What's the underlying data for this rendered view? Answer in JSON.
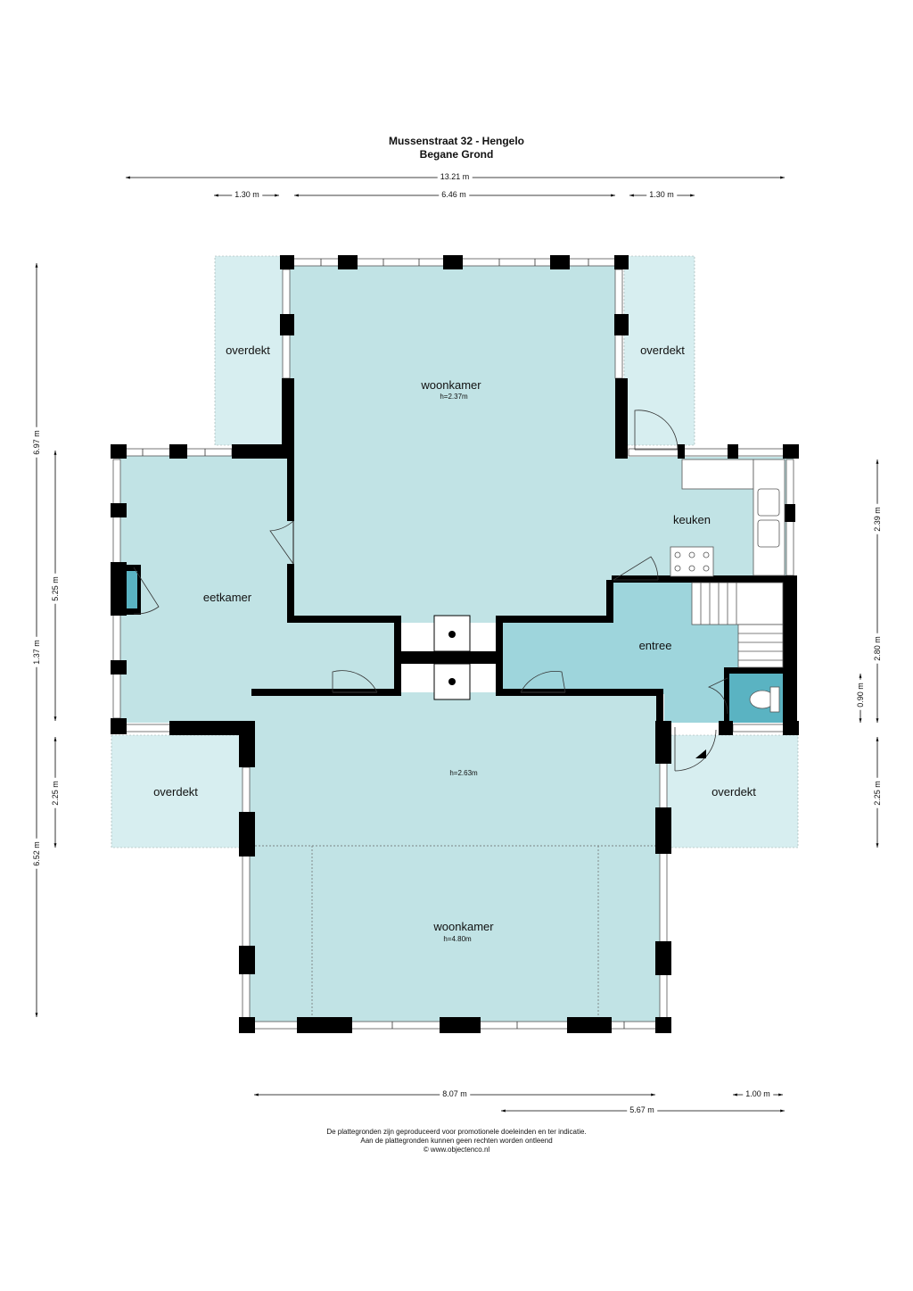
{
  "title": {
    "line1": "Mussenstraat 32 - Hengelo",
    "line2": "Begane Grond"
  },
  "dimensions": {
    "top_total": "13.21 m",
    "top_left": "1.30 m",
    "top_mid": "6.46 m",
    "top_right": "1.30 m",
    "bottom_total": "8.07 m",
    "bottom_right": "1.00 m",
    "bottom_mid": "5.67 m",
    "left_upper": "6.97 m",
    "left_lower": "6.52 m",
    "left_a": "5.25 m",
    "left_b": "1.37 m",
    "left_c": "2.25 m",
    "right_a": "2.39 m",
    "right_b": "2.80 m",
    "right_c": "0.90 m",
    "right_d": "2.25 m"
  },
  "rooms": {
    "woonkamer_top": "woonkamer",
    "woonkamer_top_h": "h=2.37m",
    "overdekt_tl": "overdekt",
    "overdekt_tr": "overdekt",
    "keuken": "keuken",
    "eetkamer": "eetkamer",
    "entree": "entree",
    "middle_h": "h=2.63m",
    "overdekt_bl": "overdekt",
    "overdekt_br": "overdekt",
    "woonkamer_bottom": "woonkamer",
    "woonkamer_bottom_h": "h=4.80m"
  },
  "colors": {
    "room": "#c1e3e5",
    "entree": "#9ed5dc",
    "overdekt": "#d7eef0",
    "wall": "#000000"
  },
  "footer": {
    "line1": "De plattegronden zijn geproduceerd voor promotionele doeleinden en ter indicatie.",
    "line2": "Aan de plattegronden kunnen geen rechten worden ontleend",
    "line3": "© www.objectenco.nl"
  }
}
